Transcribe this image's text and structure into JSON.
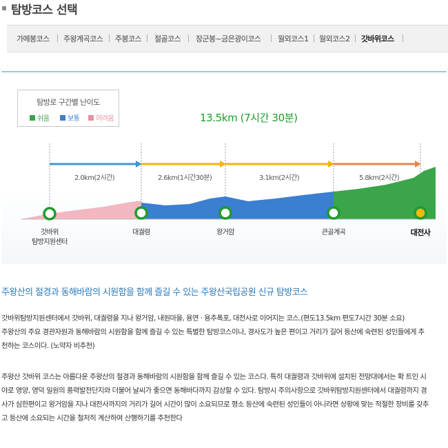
{
  "header": {
    "title": "탐방코스 선택"
  },
  "tabs": [
    {
      "label": "가메봉코스",
      "active": false
    },
    {
      "label": "주왕계곡코스",
      "active": false
    },
    {
      "label": "주봉코스",
      "active": false
    },
    {
      "label": "절골코스",
      "active": false
    },
    {
      "label": "장군봉~금은광이코스",
      "active": false
    },
    {
      "label": "월외코스1",
      "active": false
    },
    {
      "label": "월외코스2",
      "active": false
    },
    {
      "label": "갓바위코스",
      "active": true
    }
  ],
  "legend": {
    "title": "탐방로 구간별 난이도",
    "items": [
      {
        "label": "쉬움",
        "color": "#3aa54a"
      },
      {
        "label": "보통",
        "color": "#3d7fc7"
      },
      {
        "label": "어려움",
        "color": "#e8919f"
      }
    ]
  },
  "course": {
    "total": "13.5km (7시간 30분)",
    "segments": [
      {
        "label": "2.0km(2시간)",
        "color": "#3f97d3",
        "level": "어려움"
      },
      {
        "label": "2.6km(1시간30분)",
        "color": "#f5b20b",
        "level": "보통"
      },
      {
        "label": "3.1km(2시간)",
        "color": "#f5b20b",
        "level": "보통"
      },
      {
        "label": "5.8km(2시간)",
        "color": "#e9864c",
        "level": "쉬움"
      }
    ],
    "waypoints": [
      {
        "line1": "갓바위",
        "line2": "탐방지원센터",
        "bold": false
      },
      {
        "line1": "대궐령",
        "line2": "",
        "bold": false
      },
      {
        "line1": "왕거암",
        "line2": "",
        "bold": false
      },
      {
        "line1": "큰골계곡",
        "line2": "",
        "bold": false
      },
      {
        "line1": "대전사",
        "line2": "",
        "bold": true
      }
    ]
  },
  "description": {
    "headline": "주왕산의 절경과 동해바람의 시원함을 함께 즐길 수 있는 주왕산국립공원 신규 탐방코스",
    "para1_line1": "갓바위탐방지원센터에서 갓바위, 대궐령을 지나 왕거암, 내원마을, 용연 · 용추폭포, 대전사로 이어지는 코스.(편도13.5km 편도7시간 30분 소요)",
    "para1_line2": "주왕산의 주요 경관자원과 동해바람의 시원함을 함께 즐길 수 있는 특별한 탐방코스이나, 경사도가 높은 편이고 거리가 길어 등산에 숙련된 성인들에게 추",
    "para1_line3": "천하는 코스이다. (노약자 비추천)",
    "para2_line1": "주왕산 갓바위 코스는 아름다운 주왕산의 절경과 동해바람의 시원함을 함께 즐길 수 있는 코스다. 특히 대궐령과 갓바위에 설치된 전망대에서는 확 트인 시",
    "para2_line2": "야로 영양, 영덕 일원의 풍력발전단지와 더불어 날씨가 좋으면 동해바다까지 감상할 수 있다. 탐방시 주의사항으로 갓바위탐방지원센터에서 대궐령까지 경",
    "para2_line3": "사가 심한편이고 왕거암을 지나 대전사까지의 거리가 길어 시간이 많이 소요되므로 평소 등산에 숙련된 성인들이 아니라면 상황에 맞는 적절한 장비를 갖추",
    "para2_line4": "고 등산에 소요되는 시간을 철저히 계산하여 산행하기를 추천한다"
  }
}
